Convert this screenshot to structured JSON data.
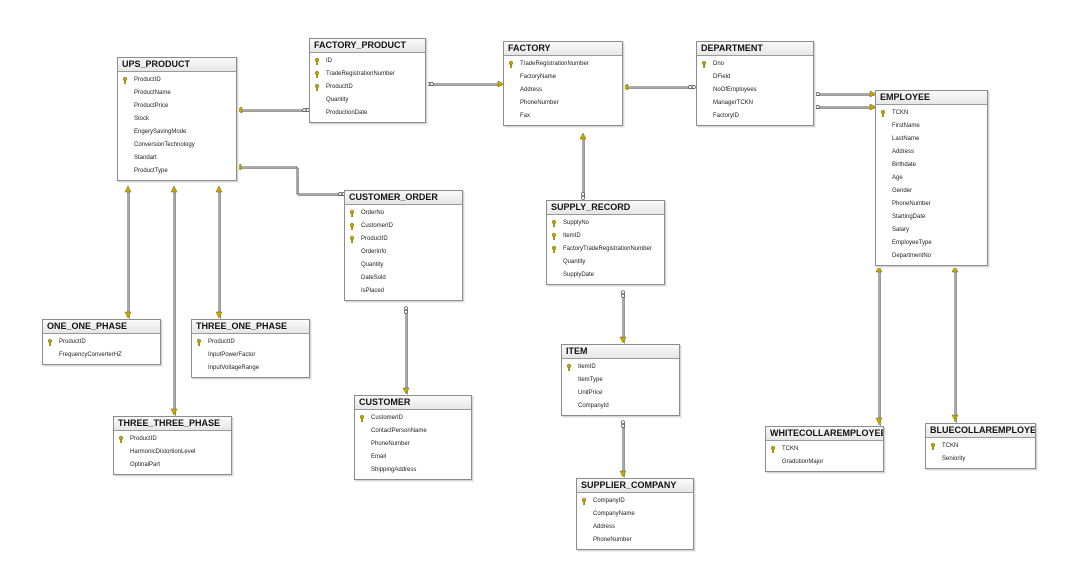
{
  "colors": {
    "key": "#c9a800",
    "line": "#555555",
    "border": "#8c8c8c"
  },
  "tables": [
    {
      "id": "ups_product",
      "name": "UPS_PRODUCT",
      "columns": [
        {
          "name": "ProductID",
          "pk": true
        },
        {
          "name": "ProductName"
        },
        {
          "name": "ProductPrice"
        },
        {
          "name": "Stock"
        },
        {
          "name": "EngerySavingMode"
        },
        {
          "name": "ConversionTechnology"
        },
        {
          "name": "Standart"
        },
        {
          "name": "ProductType"
        }
      ]
    },
    {
      "id": "factory_product",
      "name": "FACTORY_PRODUCT",
      "columns": [
        {
          "name": "ID",
          "pk": true
        },
        {
          "name": "TradeRegistrationNumber",
          "pk": true
        },
        {
          "name": "ProductID",
          "pk": true
        },
        {
          "name": "Quantity"
        },
        {
          "name": "ProductionDate"
        }
      ]
    },
    {
      "id": "factory",
      "name": "FACTORY",
      "columns": [
        {
          "name": "TradeRegistrationNumber",
          "pk": true
        },
        {
          "name": "FactoryName"
        },
        {
          "name": "Address"
        },
        {
          "name": "PhoneNumber"
        },
        {
          "name": "Fax"
        }
      ]
    },
    {
      "id": "department",
      "name": "DEPARTMENT",
      "columns": [
        {
          "name": "Dno",
          "pk": true
        },
        {
          "name": "DField"
        },
        {
          "name": "NoOfEmployees"
        },
        {
          "name": "ManagerTCKN"
        },
        {
          "name": "FactoryID"
        }
      ]
    },
    {
      "id": "employee",
      "name": "EMPLOYEE",
      "columns": [
        {
          "name": "TCKN",
          "pk": true
        },
        {
          "name": "FirstName"
        },
        {
          "name": "LastName"
        },
        {
          "name": "Address"
        },
        {
          "name": "Birthdate"
        },
        {
          "name": "Age"
        },
        {
          "name": "Gender"
        },
        {
          "name": "PhoneNumber"
        },
        {
          "name": "StartingDate"
        },
        {
          "name": "Salary"
        },
        {
          "name": "EmployeeType"
        },
        {
          "name": "DepartmentNo"
        }
      ]
    },
    {
      "id": "customer_order",
      "name": "CUSTOMER_ORDER",
      "columns": [
        {
          "name": "OrderNo",
          "pk": true
        },
        {
          "name": "CustomerID",
          "pk": true
        },
        {
          "name": "ProductID",
          "pk": true
        },
        {
          "name": "OrderInfo"
        },
        {
          "name": "Quantity"
        },
        {
          "name": "DateSold"
        },
        {
          "name": "IsPlaced"
        }
      ]
    },
    {
      "id": "supply_record",
      "name": "SUPPLY_RECORD",
      "columns": [
        {
          "name": "SupplyNo",
          "pk": true
        },
        {
          "name": "ItemID",
          "pk": true
        },
        {
          "name": "FactoryTradeRegistrationNumber",
          "pk": true
        },
        {
          "name": "Quantity"
        },
        {
          "name": "SupplyDate"
        }
      ]
    },
    {
      "id": "one_one_phase",
      "name": "ONE_ONE_PHASE",
      "columns": [
        {
          "name": "ProductID",
          "pk": true
        },
        {
          "name": "FrequencyConverterHZ"
        }
      ]
    },
    {
      "id": "three_one_phase",
      "name": "THREE_ONE_PHASE",
      "columns": [
        {
          "name": "ProductID",
          "pk": true
        },
        {
          "name": "InputPowerFactor"
        },
        {
          "name": "InputVoltageRange"
        }
      ]
    },
    {
      "id": "item",
      "name": "ITEM",
      "columns": [
        {
          "name": "ItemID",
          "pk": true
        },
        {
          "name": "ItemType"
        },
        {
          "name": "UnitPrice"
        },
        {
          "name": "CompanyId"
        }
      ]
    },
    {
      "id": "customer",
      "name": "CUSTOMER",
      "columns": [
        {
          "name": "CustomerID",
          "pk": true
        },
        {
          "name": "ContactPersonName"
        },
        {
          "name": "PhoneNumber"
        },
        {
          "name": "Email"
        },
        {
          "name": "ShippingAddress"
        }
      ]
    },
    {
      "id": "three_three_phase",
      "name": "THREE_THREE_PHASE",
      "columns": [
        {
          "name": "ProductID",
          "pk": true
        },
        {
          "name": "HarmonicDistortionLevel"
        },
        {
          "name": "OptinalPart"
        }
      ]
    },
    {
      "id": "whitecollar",
      "name": "WHITECOLLAREMPLOYEE",
      "columns": [
        {
          "name": "TCKN",
          "pk": true
        },
        {
          "name": "GradutionMajor"
        }
      ]
    },
    {
      "id": "bluecollar",
      "name": "BLUECOLLAREMPLOYEE",
      "columns": [
        {
          "name": "TCKN",
          "pk": true
        },
        {
          "name": "Seniority"
        }
      ]
    },
    {
      "id": "supplier_company",
      "name": "SUPPLIER_COMPANY",
      "columns": [
        {
          "name": "CompanyID",
          "pk": true
        },
        {
          "name": "CompanyName"
        },
        {
          "name": "Address"
        },
        {
          "name": "PhoneNumber"
        }
      ]
    }
  ]
}
